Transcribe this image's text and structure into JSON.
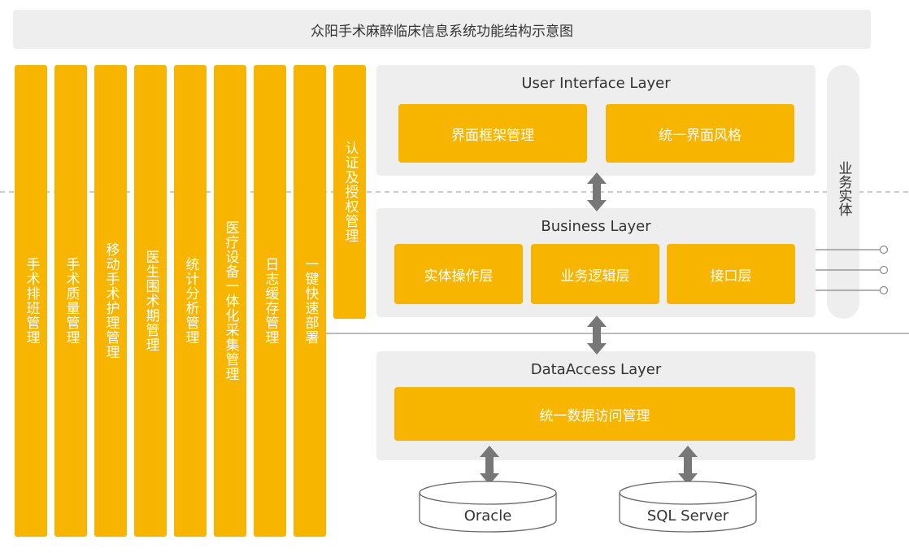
{
  "title": "众阳手术麻醉临床信息系统功能结构示意图",
  "modules": [
    "手术排班管理",
    "手术质量管理",
    "移动手术护理管理",
    "医生围术期管理",
    "统计分析管理",
    "医疗设备一体化采集管理",
    "日志缓存管理",
    "一键快速部署"
  ],
  "auth_module": "认证及授权管理",
  "layers": {
    "ui": {
      "title": "User Interface Layer",
      "boxes": [
        "界面框架管理",
        "统一界面风格"
      ]
    },
    "business": {
      "title": "Business Layer",
      "boxes": [
        "实体操作层",
        "业务逻辑层",
        "接口层"
      ]
    },
    "data_access": {
      "title": "DataAccess Layer",
      "boxes": [
        "统一数据访问管理"
      ]
    }
  },
  "business_entity": "业务实体",
  "databases": [
    "Oracle",
    "SQL Server"
  ],
  "colors": {
    "accent": "#f7b500",
    "panel": "#eeeeee",
    "arrow": "#777777",
    "text": "#333333"
  }
}
